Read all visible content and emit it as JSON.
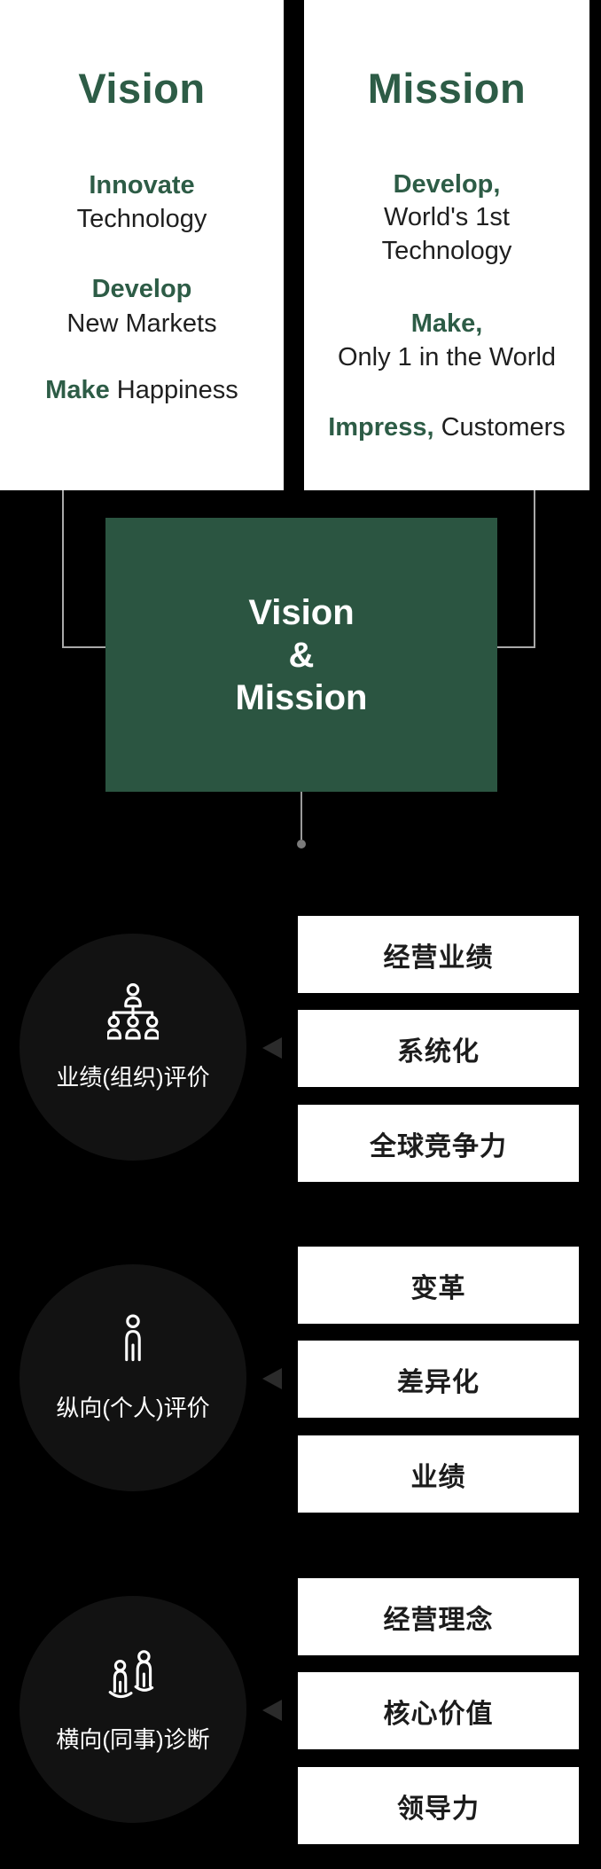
{
  "vision_card": {
    "title": "Vision",
    "lines": [
      {
        "em": "Innovate"
      },
      {
        "text": "Technology"
      },
      {
        "em": "Develop"
      },
      {
        "text": "New Markets"
      },
      {
        "em": "Make",
        "rest": " Happiness"
      }
    ]
  },
  "mission_card": {
    "title": "Mission",
    "lines": [
      {
        "em": "Develop,"
      },
      {
        "text": "World's 1st"
      },
      {
        "text": "Technology"
      },
      {
        "em": "Make,"
      },
      {
        "text": "Only 1 in the World"
      },
      {
        "em": "Impress,",
        "rest": " Customers"
      }
    ]
  },
  "center_box": {
    "line1": "Vision",
    "line2": "&",
    "line3": "Mission"
  },
  "groups": [
    {
      "label": "业绩(组织)评价",
      "icon": "org-chart-icon",
      "boxes": [
        "经营业绩",
        "系统化",
        "全球竞争力"
      ]
    },
    {
      "label": "纵向(个人)评价",
      "icon": "person-icon",
      "boxes": [
        "变革",
        "差异化",
        "业绩"
      ]
    },
    {
      "label": "横向(同事)诊断",
      "icon": "two-people-icon",
      "boxes": [
        "经营理念",
        "核心价值",
        "领导力"
      ]
    }
  ],
  "colors": {
    "background": "#000000",
    "card_background": "#ffffff",
    "accent_green_text": "#2d5c46",
    "center_box_green": "#2b5541",
    "dark_text": "#1f1f1f",
    "connector_gray": "#a9a9a9",
    "dot_gray": "#7b7b7b",
    "circle_fill": "#121212",
    "arrow_gray": "#2b2b2b"
  }
}
